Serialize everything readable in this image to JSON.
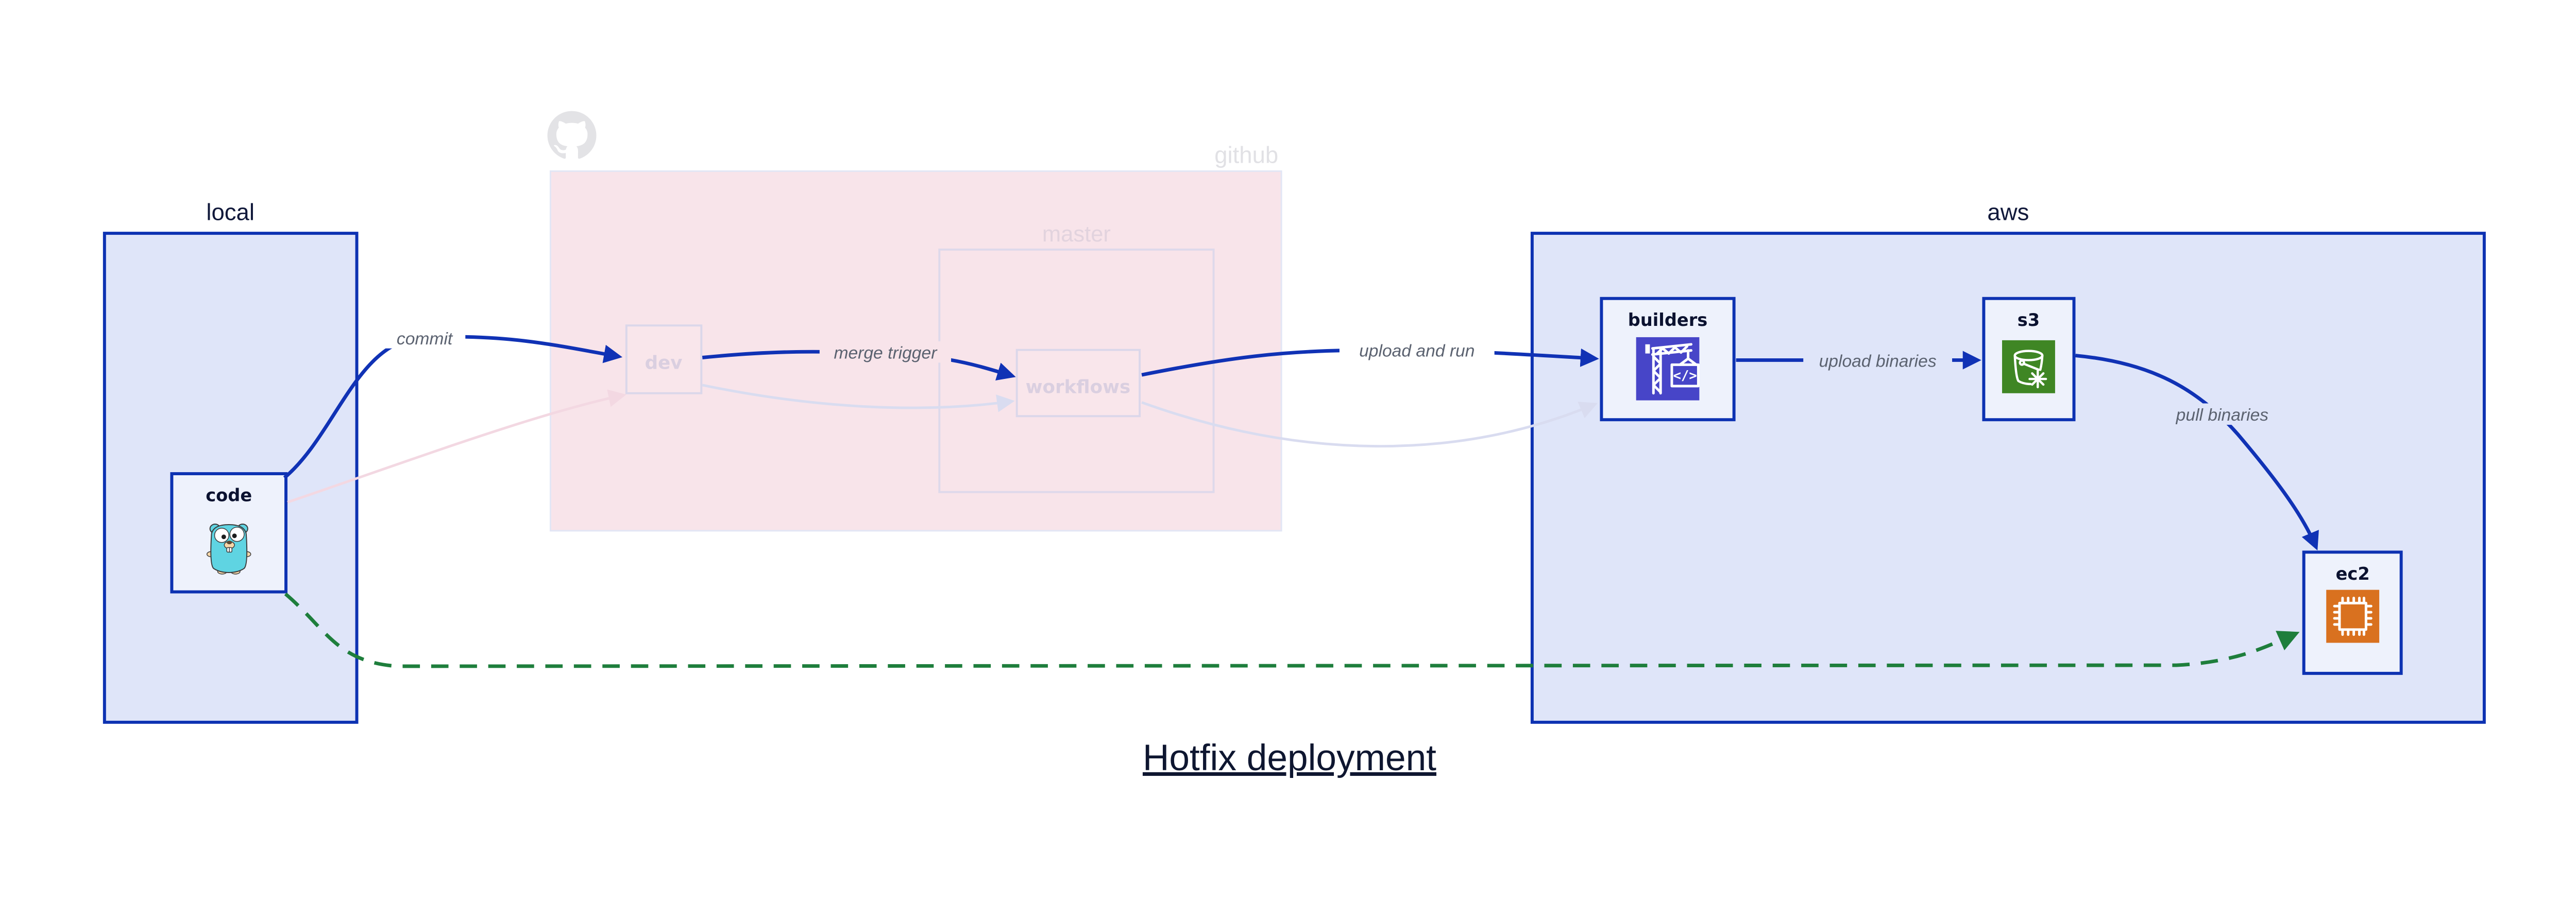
{
  "title": "Hotfix deployment",
  "containers": {
    "local": {
      "label": "local"
    },
    "github": {
      "label": "github"
    },
    "master": {
      "label": "master"
    },
    "aws": {
      "label": "aws"
    }
  },
  "nodes": {
    "code": {
      "label": "code",
      "icon": "go-gopher-icon"
    },
    "dev": {
      "label": "dev"
    },
    "workflows": {
      "label": "workflows"
    },
    "builders": {
      "label": "builders",
      "icon": "codebuild-crane-icon",
      "icon_glyph": "</>"
    },
    "s3": {
      "label": "s3",
      "icon": "s3-glacier-bucket-icon"
    },
    "ec2": {
      "label": "ec2",
      "icon": "ec2-chip-icon"
    }
  },
  "edges": {
    "commit": {
      "label": "commit"
    },
    "merge_trigger": {
      "label": "merge trigger"
    },
    "upload_and_run": {
      "label": "upload and run"
    },
    "upload_binaries": {
      "label": "upload binaries"
    },
    "pull_binaries": {
      "label": "pull binaries"
    },
    "hotfix_direct": {
      "label": ""
    },
    "faded_code_dev": {
      "label": ""
    },
    "faded_dev_workflows": {
      "label": ""
    },
    "faded_workflows_builders": {
      "label": ""
    }
  },
  "colors": {
    "edge_blue": "#1032b5",
    "hotfix_green": "#1e7e3c",
    "container_border_blue": "#0d32b2",
    "container_blue_fill": "#dfe5f9",
    "node_fill": "#eef2fc",
    "github_pink_fill": "#f8e4ea",
    "github_border": "#e2e6f5",
    "master_border": "#ded9eb",
    "faded_node_border": "#dbd7ea",
    "faded_pink_edge": "#f3d8e2",
    "faded_lavender_edge": "#d9dcf0",
    "edge_label_gray": "#5b6270",
    "navy_text": "#0e1630",
    "faded_text": "#dacfe0",
    "github_gray": "#e1e1e5",
    "octocat_gray": "#e3e3e6",
    "builders_icon_bg": "#4745c8",
    "s3_icon_bg": "#3f8624",
    "ec2_icon_bg": "#d9711f",
    "gopher_teal": "#5fd4e2",
    "gopher_beige": "#f6d7a9"
  }
}
